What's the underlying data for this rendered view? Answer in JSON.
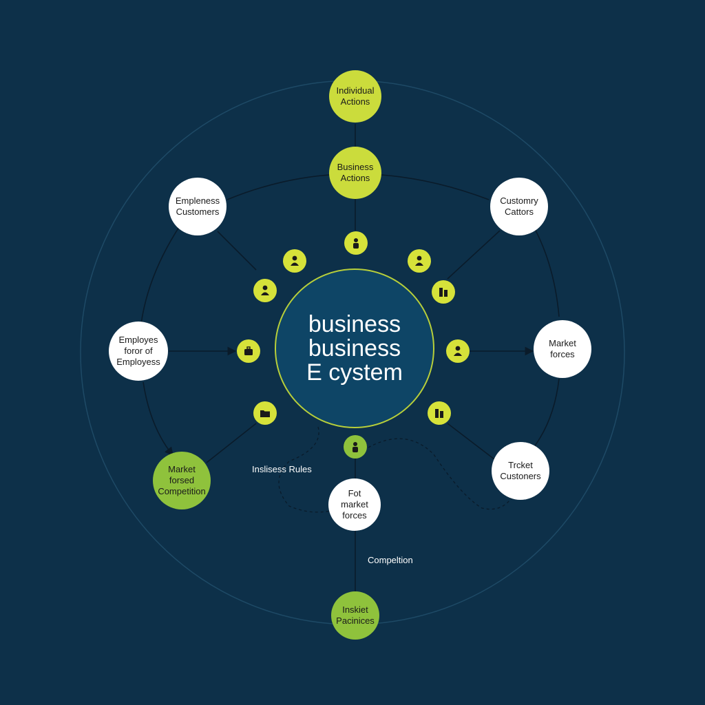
{
  "center": {
    "label": "business\nbusiness\nE cystem"
  },
  "nodes": {
    "individual_actions": "Individual\nActions",
    "business_actions": "Business\nActions",
    "empleness_customers": "Empleness\nCustomers",
    "customry_cattors": "Customry\nCattors",
    "employes_employess": "Employes\nforor of\nEmployess",
    "market_forces": "Market\nforces",
    "market_forsed_competition": "Market\nforsed\nCompetition",
    "trcket_customers": "Trcket\nCustoners",
    "fot_market_forces": "Fot\nmarket\nforces",
    "inskiet_pacinices": "Inskiet\nPacinices"
  },
  "labels": {
    "insliness_rules": "Inslisess Rules",
    "compeltion": "Compeltion"
  },
  "icons": {
    "top": "person-icon",
    "upper_left": "person-icon",
    "left_upper": "person-icon",
    "left": "briefcase-icon",
    "lower_left": "folder-icon",
    "upper_right": "person-icon",
    "right_upper": "building-icon",
    "right": "person-icon",
    "lower_right": "building-icon",
    "bottom": "person-icon"
  },
  "colors": {
    "background": "#0d3049",
    "lime": "#cbdc3c",
    "green": "#8fc23c",
    "hub": "#0e4566"
  }
}
